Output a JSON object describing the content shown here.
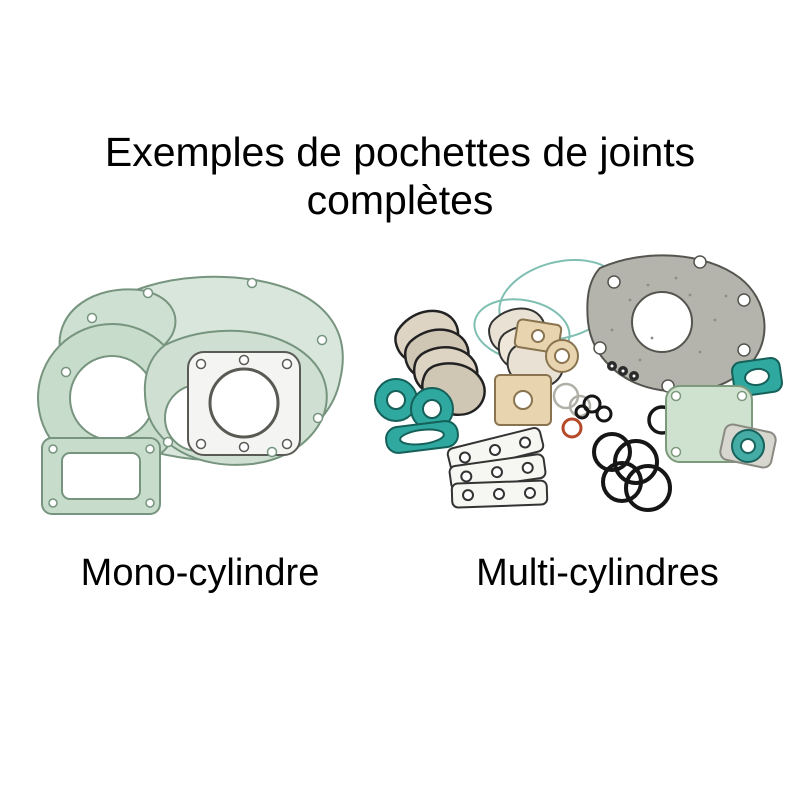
{
  "title": {
    "line1": "Exemples de pochettes de joints",
    "line2": "complètes"
  },
  "labels": {
    "left": "Mono-cylindre",
    "right": "Multi-cylindres"
  },
  "colors": {
    "background": "#ffffff",
    "text": "#000000",
    "mono_gasket_fill": "#cfe0d2",
    "mono_gasket_stroke": "#76947e",
    "teal": "#2fa8a0",
    "beige": "#e8d5b0",
    "grey_gasket": "#b4b4ac",
    "green_gasket": "#cfe2cf",
    "oring_black": "#161616",
    "oring_orange": "#b5492a"
  }
}
